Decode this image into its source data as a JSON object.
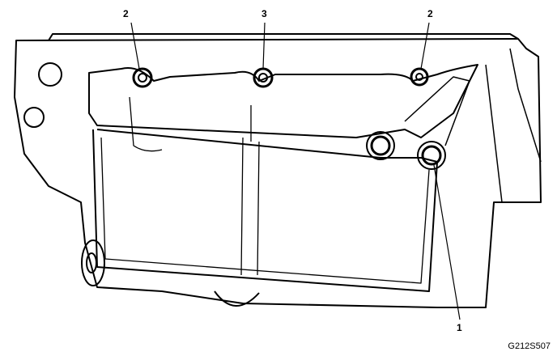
{
  "callouts": [
    {
      "label": "2",
      "part": "bolt-left"
    },
    {
      "label": "3",
      "part": "bolt-center"
    },
    {
      "label": "2",
      "part": "bolt-right"
    },
    {
      "label": "1",
      "part": "bolt-lower-right"
    }
  ],
  "figure_code": "G212S507"
}
